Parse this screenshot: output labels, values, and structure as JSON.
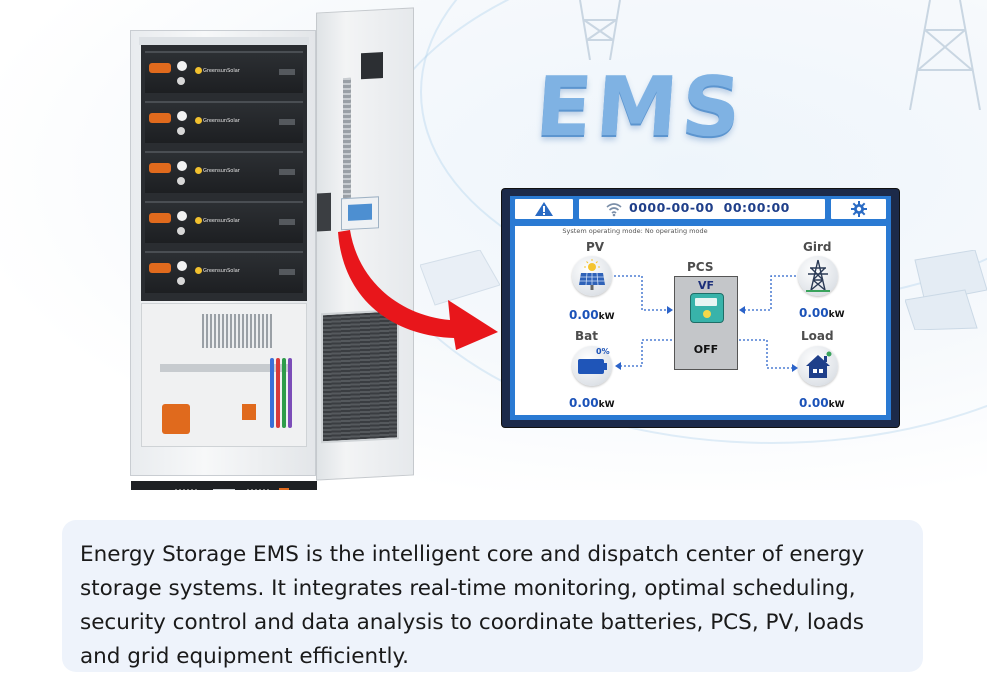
{
  "ems_title": "EMS",
  "module_brand": "GreensunSolar",
  "hmi": {
    "datetime": "0000-00-00  00:00:00",
    "mode_text": "System operating mode: No operating mode",
    "pv": {
      "label": "PV",
      "value": "0.00",
      "unit": "kW"
    },
    "grid": {
      "label": "Gird",
      "value": "0.00",
      "unit": "kW"
    },
    "pcs": {
      "label": "PCS",
      "mode": "VF",
      "state": "OFF"
    },
    "bat": {
      "label": "Bat",
      "value": "0.00",
      "unit": "kW",
      "soc": "0%"
    },
    "load": {
      "label": "Load",
      "value": "0.00",
      "unit": "kW"
    },
    "icons": [
      "warning-icon",
      "wifi-icon",
      "gear-icon",
      "solar-panel-icon",
      "transmission-tower-icon",
      "battery-icon",
      "house-icon"
    ]
  },
  "description": "Energy Storage EMS is the intelligent core and dispatch center of energy storage systems. It integrates real-time monitoring, optimal scheduling, security control and data analysis to coordinate batteries, PCS, PV, loads and grid equipment efficiently.",
  "colors": {
    "screen_blue": "#2a7ad3",
    "value_blue": "#1b52b8",
    "arrow_red": "#e8161b",
    "card_bg": "#eef3fb"
  }
}
